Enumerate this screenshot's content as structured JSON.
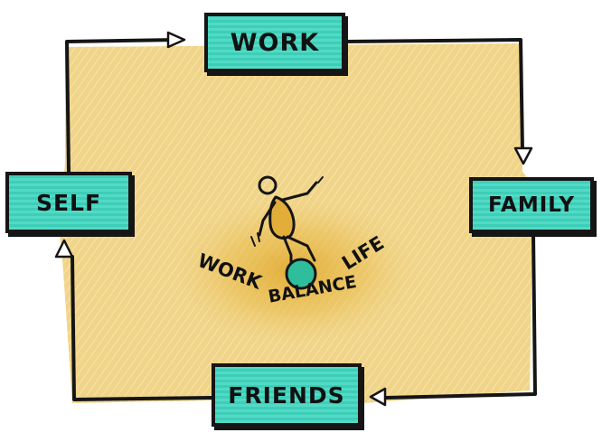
{
  "diagram": {
    "center_words": {
      "word1": "WORK",
      "word2": "LIFE",
      "word3": "BALANCE"
    },
    "nodes": {
      "top": "WORK",
      "right": "FAMILY",
      "bottom": "FRIENDS",
      "left": "SELF"
    },
    "cycle_direction": "clockwise",
    "colors": {
      "node_fill": "#3fd6bf",
      "area_fill": "#efd283",
      "outline": "#151515",
      "ball": "#2fbe9c",
      "figure_body": "#e3ad3a"
    }
  }
}
